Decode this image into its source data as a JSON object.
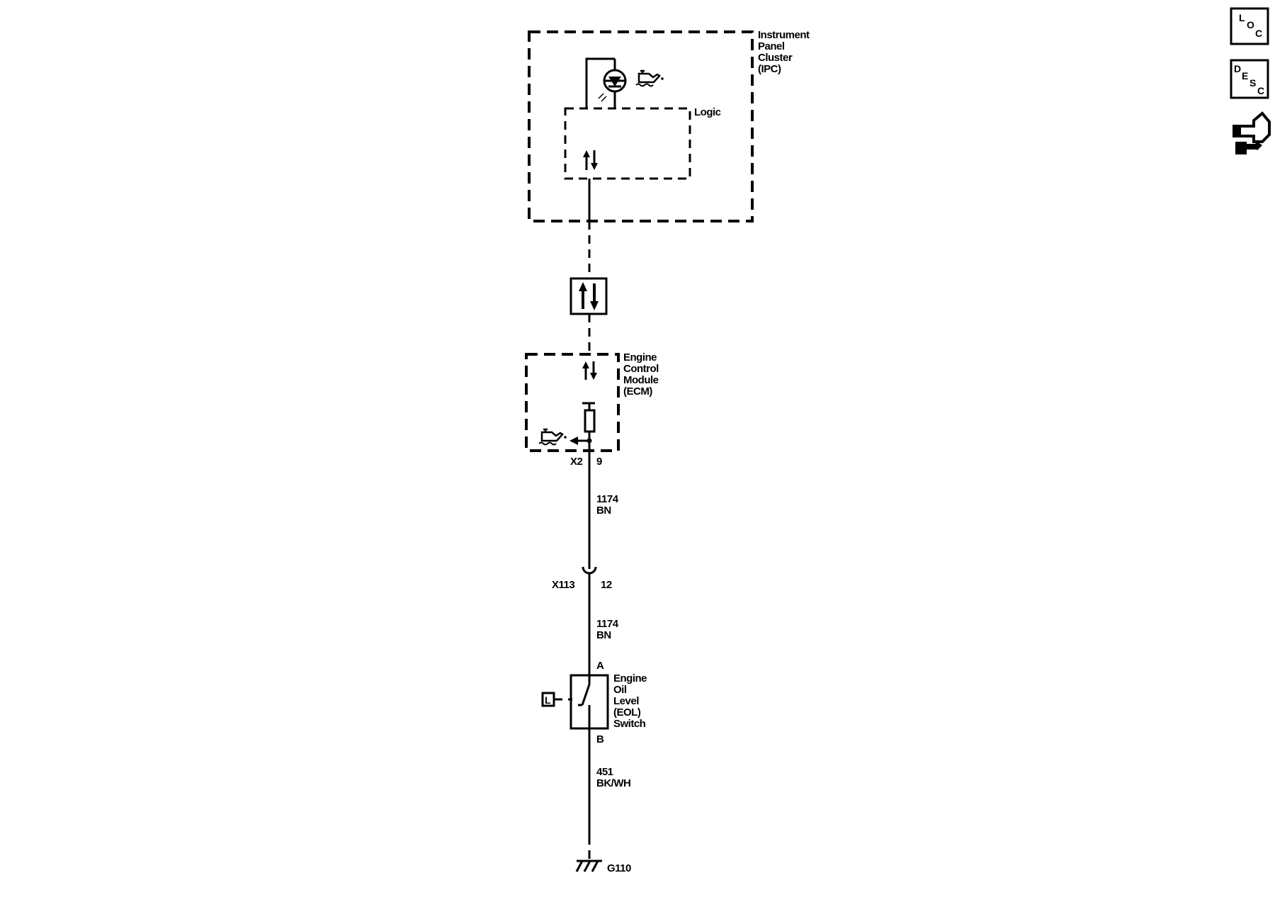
{
  "modules": {
    "ipc": {
      "name_lines": [
        "Instrument",
        "Panel",
        "Cluster",
        "(IPC)"
      ],
      "logic_label": "Logic"
    },
    "ecm": {
      "name_lines": [
        "Engine",
        "Control",
        "Module",
        "(ECM)"
      ]
    },
    "eol_switch": {
      "name_lines": [
        "Engine",
        "Oil",
        "Level",
        "(EOL)",
        "Switch"
      ],
      "pin_a": "A",
      "pin_b": "B",
      "locator_letter": "L"
    }
  },
  "connectors": {
    "ecm_connector": "X2",
    "ecm_pin": "9",
    "inline_connector": "X113",
    "inline_pin": "12"
  },
  "wires": {
    "ecm_to_x113": {
      "circuit": "1174",
      "color": "BN"
    },
    "x113_to_switch": {
      "circuit": "1174",
      "color": "BN"
    },
    "switch_to_ground": {
      "circuit": "451",
      "color": "BK/WH"
    }
  },
  "ground": {
    "label": "G110"
  },
  "side_icons": {
    "loc": {
      "letters": [
        "L",
        "O",
        "C"
      ],
      "icon": "location-view-icon"
    },
    "desc": {
      "letters": [
        "D",
        "E",
        "S",
        "C"
      ],
      "icon": "description-view-icon"
    },
    "repair": {
      "icon": "connector-repair-icon"
    }
  },
  "icons": {
    "oil_lamp": "oil-can-icon",
    "indicator": "led-indicator-icon",
    "serial_data": "serial-data-arrows-icon"
  }
}
